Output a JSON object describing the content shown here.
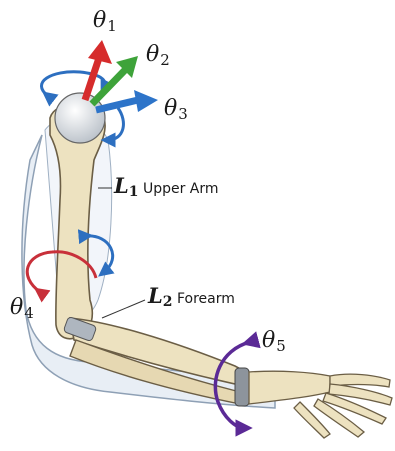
{
  "joints": [
    {
      "id": "theta1",
      "symbol": "θ",
      "index": "1",
      "color": "#d62c2c"
    },
    {
      "id": "theta2",
      "symbol": "θ",
      "index": "2",
      "color": "#3ea33a"
    },
    {
      "id": "theta3",
      "symbol": "θ",
      "index": "3",
      "color": "#2d74c9"
    },
    {
      "id": "theta4",
      "symbol": "θ",
      "index": "4",
      "color": "#c8303a"
    },
    {
      "id": "theta5",
      "symbol": "θ",
      "index": "5",
      "color": "#5b2a96"
    }
  ],
  "links": [
    {
      "id": "L1",
      "symbol": "L",
      "index": "1",
      "name": "Upper Arm"
    },
    {
      "id": "L2",
      "symbol": "L",
      "index": "2",
      "name": "Forearm"
    }
  ],
  "colors": {
    "bone": "#ede2c0",
    "bone_outline": "#6b5e45",
    "skin": "#e4ebf3",
    "skin_outline": "#8ea0b5",
    "rotation_blue": "#2d6fc0",
    "rotation_red": "#c8303a",
    "rotation_purple": "#5b2a96"
  }
}
